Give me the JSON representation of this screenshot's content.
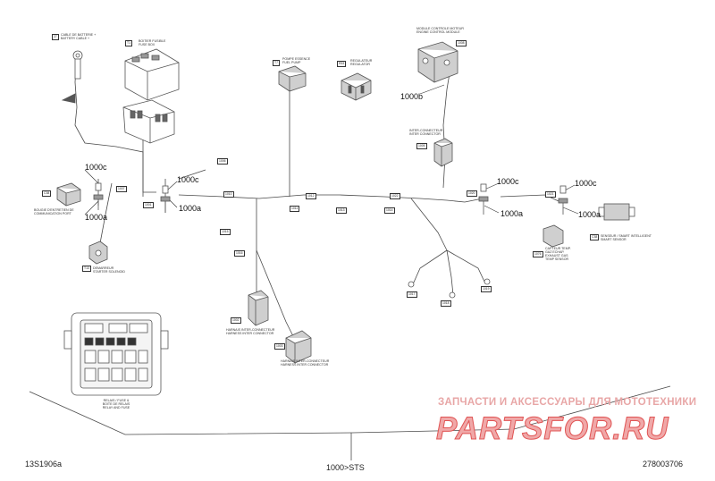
{
  "callouts": {
    "c1000c_left": "1000c",
    "c1000a_left": "1000a",
    "c1000c_mid": "1000c",
    "c1000a_mid": "1000a",
    "c1000b": "1000b",
    "c1000c_right1": "1000c",
    "c1000a_right1": "1000a",
    "c1000c_right2": "1000c",
    "c1000a_right2": "1000a"
  },
  "components": {
    "battery_cable": {
      "code": "27",
      "label": "CABLE DE BATTERIE +\nBATTERY CABLE +"
    },
    "fuse_box": {
      "code": "T1",
      "label": "BOITIER FUSIBLE\nFUSE BOX"
    },
    "fuel_pump": {
      "code": "T7",
      "label": "POMPE ESSENCE\nFUEL PUMP"
    },
    "regulator": {
      "code": "R53",
      "label": "REGULATEUR\nREGULATOR"
    },
    "control_module": {
      "code": "1008",
      "label": "MODULE CONTROLE MOTEUR\nENGINE CONTROL MODULE"
    },
    "inter_connector": {
      "code": "1005",
      "label": "INTER-CONNECTEUR\nINTER CONNECTOR"
    },
    "comm_port": {
      "code": "C38",
      "label": "BOUGIE D'ENTRETIEN DE\nCOMMUNICATION PORT"
    },
    "starter_solenoid": {
      "code": "T13",
      "label": "DEMARREUR\nSTARTER SOLENOID"
    },
    "harness_inter_1": {
      "code": "1002",
      "label": "HARNAIS INTER-CONNECTEUR\nHARNESS INTER CONNECTOR"
    },
    "harness_inter_2": {
      "code": "1003",
      "label": "HARNAIS INTER-CONNECTEUR\nHARNESS INTER CONNECTOR"
    },
    "temp_sensor": {
      "code": "1076",
      "label": "CAPTEUR TEMP.\nGAZ ECHAP.\nEXHAUST GAS\nTEMP SENSOR"
    },
    "smart_sensor": {
      "code": "C38",
      "label": "SENSEUR / SMART INTELLIGENT\nSMART SENSOR"
    },
    "relay_box": {
      "code": "",
      "label": "RELAIS / FUSE &\nBOITE DE RELAIS\nRELAY AND FUSE"
    }
  },
  "connector_codes": [
    "1001",
    "1006",
    "1007",
    "1010",
    "1011",
    "1012",
    "1013",
    "1014",
    "1015",
    "1016",
    "1017",
    "1018",
    "1019",
    "1020",
    "1021",
    "1022"
  ],
  "footer": {
    "left_ref": "13S1906a",
    "center_ref": "1000>STS",
    "right_ref": "278003706"
  },
  "watermark": {
    "line1": "ЗАПЧАСТИ И АКСЕССУАРЫ ДЛЯ МОТОТЕХНИКИ",
    "line2": "PARTSFOR.RU"
  },
  "colors": {
    "line": "#4a4a4a",
    "part": "#8a8a8a",
    "watermark_text": "#e8a6a6",
    "watermark_logo": "#f0a8a8"
  }
}
